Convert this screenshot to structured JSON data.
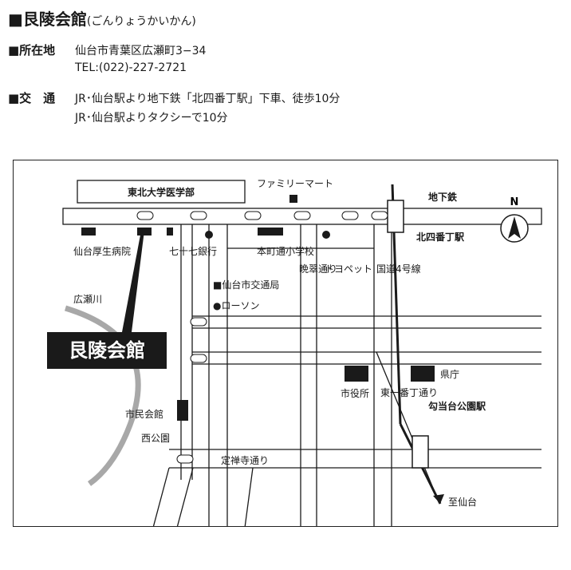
{
  "header": {
    "title": "■艮陵会館",
    "title_reading": "(ごんりょうかいかん)",
    "address_label": "■所在地",
    "address": "仙台市青葉区広瀬町3−34",
    "tel": "TEL:(022)-227-2721",
    "access_label": "■交　通",
    "access_line1": "JR･仙台駅より地下鉄「北四番丁駅」下車、徒歩10分",
    "access_line2": "JR･仙台駅よりタクシーで10分"
  },
  "map": {
    "colors": {
      "ink": "#1a1a1a",
      "road": "#ffffff",
      "block": "#ffffff",
      "river": "#a8a8a8",
      "frame": "#222222"
    },
    "north_label": "N",
    "labels": {
      "university": "東北大学医学部",
      "familymart": "ファミリーマート",
      "subway_line": "地下鉄",
      "kitayonbancho_station": "北四番丁駅",
      "sendai_kosei_hospital": "仙台厚生病院",
      "bank77": "七十七銀行",
      "honcho_school": "本町通小学校",
      "bansui_dori": "晩翠通り",
      "toyopet": "トヨペット",
      "route4": "国道4号線",
      "hirose_river": "広瀬川",
      "transport_bureau": "■仙台市交通局",
      "lawson": "●ローソン",
      "venue": "艮陵会館",
      "city_hall": "市役所",
      "prefecture_office": "県庁",
      "higashi_ichibancho": "東一番丁通り",
      "kotodai_station": "勾当台公園駅",
      "shimin_kaikan": "市民会館",
      "nishi_park": "西公園",
      "jozenji_dori": "定禅寺通り",
      "to_sendai": "至仙台"
    }
  }
}
